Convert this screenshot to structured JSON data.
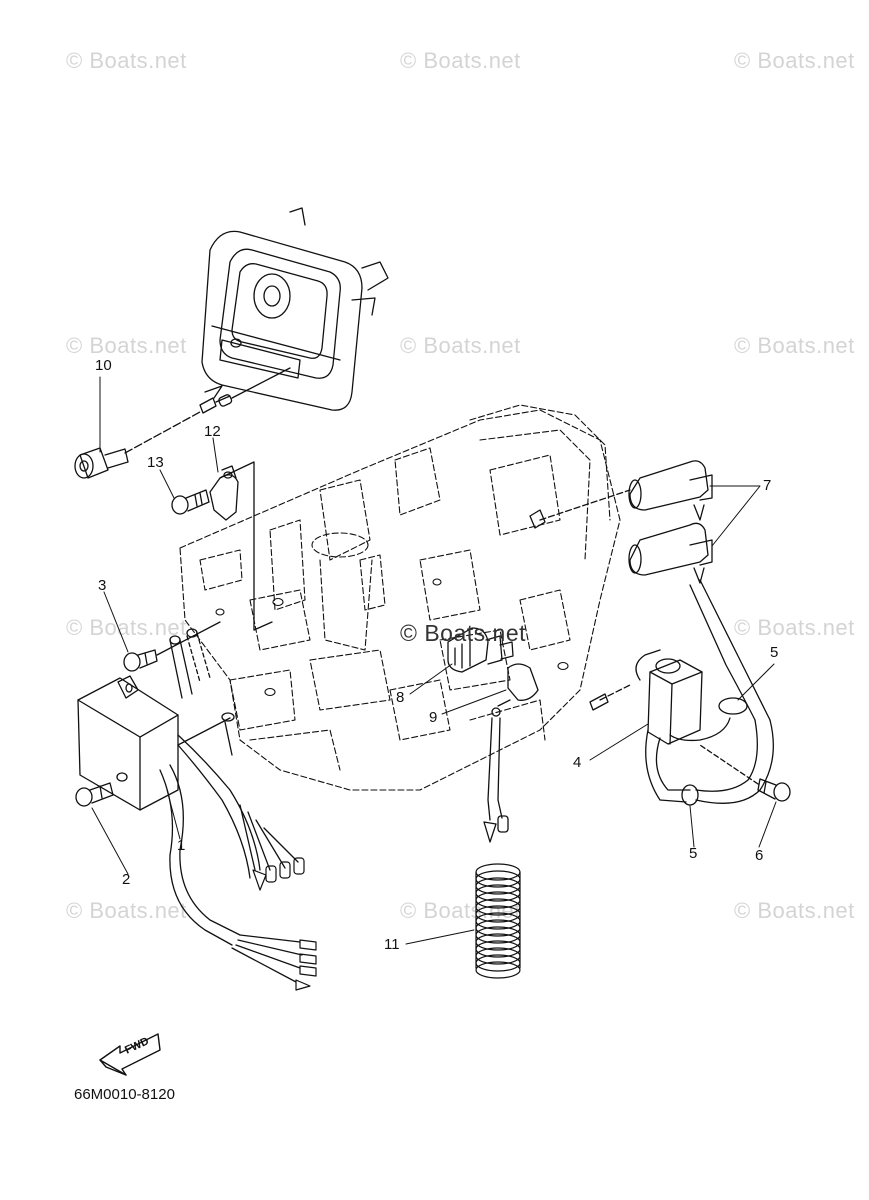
{
  "watermark": "© Boats.net",
  "watermark_center": "© Boats.net",
  "part_numbers": [
    "1",
    "2",
    "3",
    "4",
    "5",
    "5",
    "6",
    "7",
    "8",
    "9",
    "10",
    "11",
    "12",
    "13"
  ],
  "fwd_label": "FWD",
  "diagram_code": "66M0010-8120"
}
